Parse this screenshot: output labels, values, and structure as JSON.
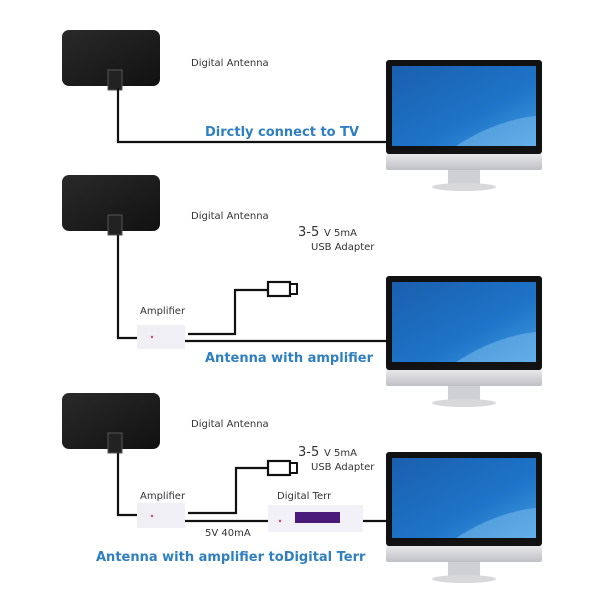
{
  "sections": [
    {
      "antenna_label": "Digital Antenna",
      "caption": "Dirctly connect to TV"
    },
    {
      "antenna_label": "Digital Antenna",
      "voltage": "3-5",
      "voltage_unit": "V 5mA",
      "usb_label": "USB Adapter",
      "amplifier_label": "Amplifier",
      "caption": "Antenna with amplifier"
    },
    {
      "antenna_label": "Digital Antenna",
      "voltage": "3-5",
      "voltage_unit": "V 5mA",
      "usb_label": "USB Adapter",
      "amplifier_label": "Amplifier",
      "terr_label": "Digital Terr",
      "power_label": "5V 40mA",
      "caption": "Antenna with amplifier toDigital Terr"
    }
  ],
  "colors": {
    "caption": "#2f7fc1",
    "screen": "#1e6fc0",
    "terr_display": "#4a1a7a"
  }
}
